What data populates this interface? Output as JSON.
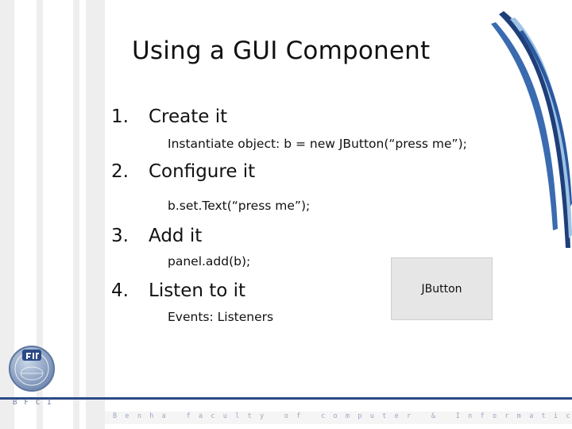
{
  "slide": {
    "title": "Using a GUI Component",
    "steps": [
      {
        "number": "1.",
        "label": "Create it",
        "detail": "Instantiate object:   b = new JButton(“press me”);"
      },
      {
        "number": "2.",
        "label": "Configure it",
        "detail": "b.set.Text(“press me”);"
      },
      {
        "number": "3.",
        "label": "Add it",
        "detail": "panel.add(b);"
      },
      {
        "number": "4.",
        "label": "Listen to it",
        "detail": "Events:   Listeners"
      }
    ],
    "jbutton_label": "JButton"
  },
  "footer": {
    "org_code": "BFCI",
    "tagline": "Benha faculty of computer & Informatics"
  },
  "colors": {
    "accent_blue": "#2b4a87",
    "swoosh_light": "#9fc3e6",
    "swoosh_dark": "#1f3f7a"
  }
}
